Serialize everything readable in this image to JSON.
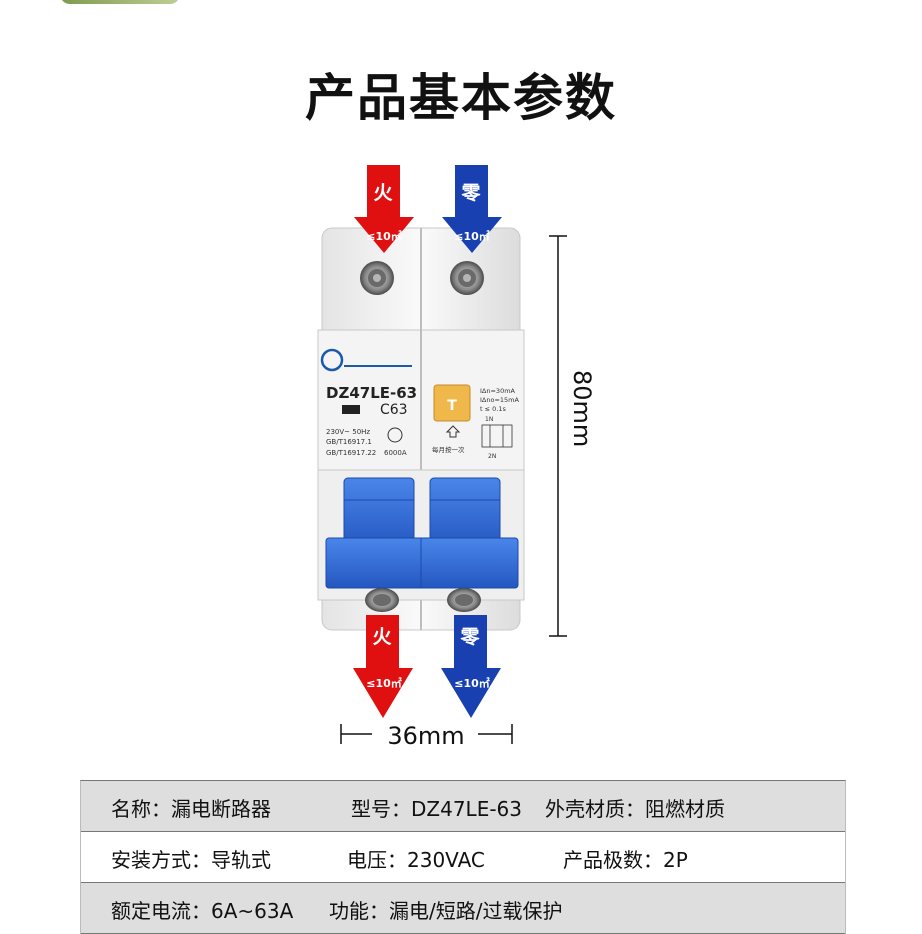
{
  "title": "产品基本参数",
  "figure": {
    "top_left_arrow_label": "火",
    "top_right_arrow_label": "零",
    "bottom_left_arrow_label": "火",
    "bottom_right_arrow_label": "零",
    "wire_size": "≤10㎡",
    "height_label": "80mm",
    "width_label": "36mm",
    "colors": {
      "live": "#e01010",
      "neutral": "#1840b0",
      "handle": "#2f6bd6",
      "test_button": "#f0b84a"
    },
    "breaker": {
      "model": "DZ47LE-63",
      "rating": "C63",
      "voltage_freq": "230V~ 50Hz",
      "standard_1": "GB/T16917.1",
      "standard_2": "GB/T16917.22",
      "breaking_capacity": "6000A",
      "spec_line_1": "IΔn=30mA",
      "spec_line_2": "IΔno=15mA",
      "spec_line_3": "t ≤ 0.1s",
      "spec_line_4": "1N",
      "terminal_label": "2N",
      "test_note": "每月按一次"
    }
  },
  "specs": [
    [
      {
        "label": "名称：",
        "value": "漏电断路器"
      },
      {
        "label": "型号：",
        "value": "DZ47LE-63"
      },
      {
        "label": "外壳材质：",
        "value": "阻燃材质"
      }
    ],
    [
      {
        "label": "安装方式：",
        "value": "导轨式"
      },
      {
        "label": "电压：",
        "value": "230VAC"
      },
      {
        "label": "产品极数：",
        "value": "2P"
      }
    ],
    [
      {
        "label": "额定电流：",
        "value": "6A~63A"
      },
      {
        "label": "功能：",
        "value": "漏电/短路/过载保护"
      }
    ]
  ]
}
